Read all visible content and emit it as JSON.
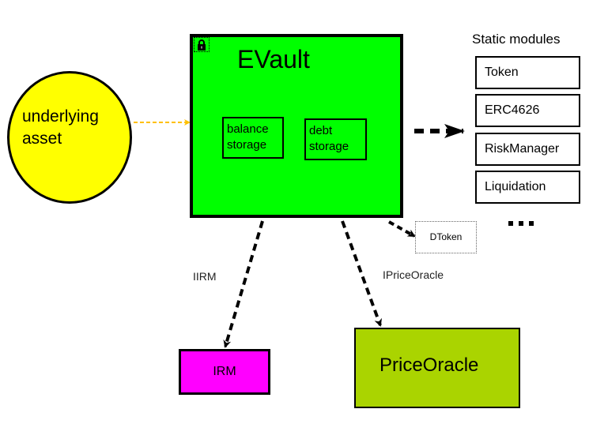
{
  "diagram": {
    "underlying_asset": {
      "label_line1": "underlying",
      "label_line2": "asset",
      "fill": "#ffff00"
    },
    "evault": {
      "title": "EVault",
      "fill": "#00ff00",
      "lock_icon": "lock-icon",
      "balance_storage": {
        "line1": "balance",
        "line2": "storage"
      },
      "debt_storage": {
        "line1": "debt",
        "line2": "storage"
      }
    },
    "static_modules": {
      "title": "Static modules",
      "items": [
        "Token",
        "ERC4626",
        "RiskManager",
        "Liquidation"
      ],
      "more": "..."
    },
    "dtoken": {
      "label": "DToken"
    },
    "edges": {
      "irm_interface": "IIRM",
      "price_oracle_interface": "IPriceOracle",
      "asset_edge_color": "#ffc000"
    },
    "irm": {
      "label": "IRM",
      "fill": "#ff00ff"
    },
    "price_oracle": {
      "label": "PriceOracle",
      "fill": "#aad400"
    }
  }
}
